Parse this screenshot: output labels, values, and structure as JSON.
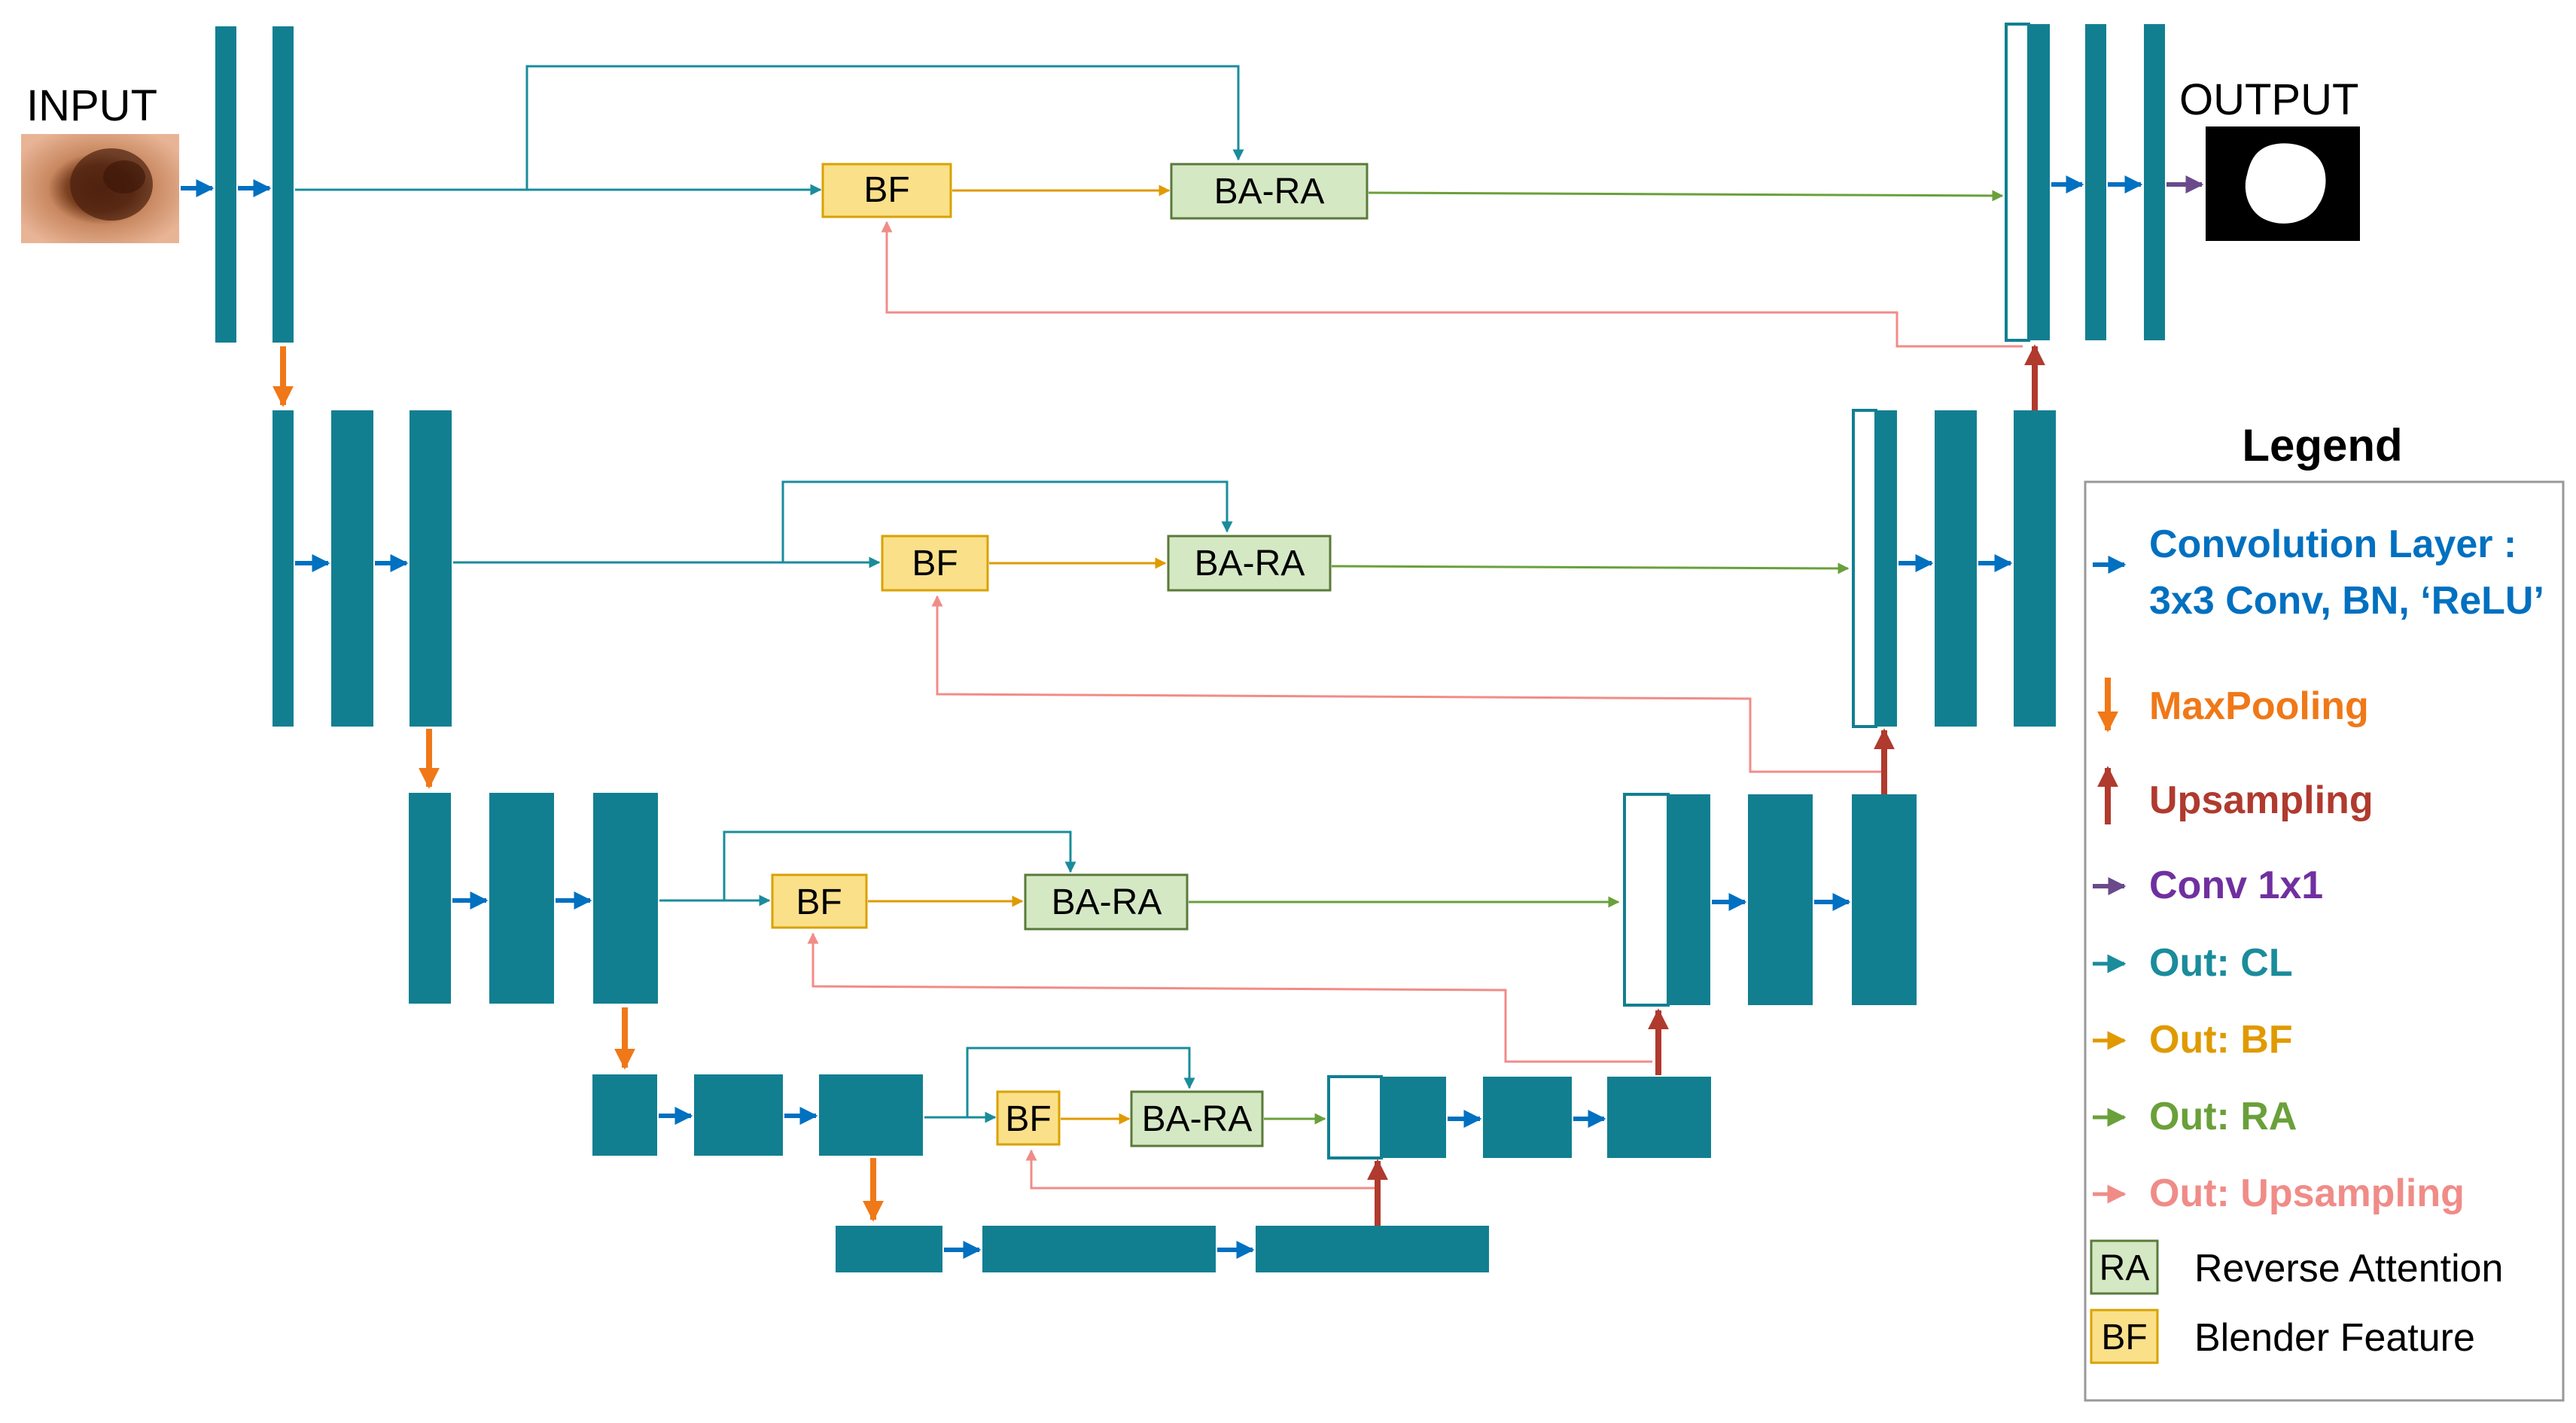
{
  "input_label": "INPUT",
  "output_label": "OUTPUT",
  "bf_label": "BF",
  "bara_label": "BA-RA",
  "legend": {
    "title": "Legend",
    "items": [
      {
        "key": "conv",
        "lines": [
          "Convolution Layer :",
          "3x3 Conv, BN, ‘ReLU’"
        ],
        "color": "#0070c0",
        "icon": "right-arrow-icon"
      },
      {
        "key": "maxpool",
        "lines": [
          "MaxPooling"
        ],
        "color": "#f07818",
        "icon": "down-arrow-icon"
      },
      {
        "key": "upsample",
        "lines": [
          "Upsampling"
        ],
        "color": "#b03a2e",
        "icon": "up-arrow-icon"
      },
      {
        "key": "conv1x1",
        "lines": [
          "Conv 1x1"
        ],
        "color": "#7030a0",
        "icon": "right-arrow-icon"
      },
      {
        "key": "out_cl",
        "lines": [
          "Out: CL"
        ],
        "color": "#1a8c9c",
        "icon": "right-arrow-icon"
      },
      {
        "key": "out_bf",
        "lines": [
          "Out: BF"
        ],
        "color": "#e09a00",
        "icon": "right-arrow-icon"
      },
      {
        "key": "out_ra",
        "lines": [
          "Out: RA"
        ],
        "color": "#6aa03a",
        "icon": "right-arrow-icon"
      },
      {
        "key": "out_up",
        "lines": [
          "Out: Upsampling"
        ],
        "color": "#f08c88",
        "icon": "right-arrow-icon"
      }
    ],
    "boxes": [
      {
        "abbr": "RA",
        "text": "Reverse Attention",
        "fill": "#d5e8c4"
      },
      {
        "abbr": "BF",
        "text": "Blender Feature",
        "fill": "#fbe08a"
      }
    ]
  },
  "colors": {
    "block": "#127f91",
    "conv_arrow": "#0070c0",
    "maxpool": "#f07818",
    "upsample": "#b03a2e",
    "conv1x1": "#6a4a8a",
    "out_cl": "#1a8c9c",
    "out_bf": "#e09a00",
    "out_ra": "#6aa03a",
    "out_up": "#f08c88",
    "bf_fill": "#fbe08a",
    "bf_stroke": "#d8a200",
    "ra_fill": "#d5e8c4",
    "ra_stroke": "#5a7a3a"
  }
}
